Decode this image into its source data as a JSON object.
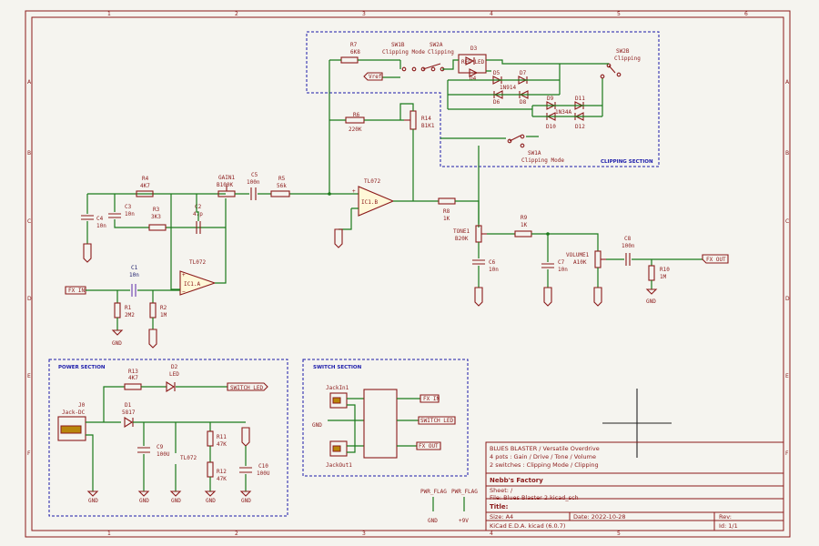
{
  "frame": {
    "col_labels": [
      "1",
      "2",
      "3",
      "4",
      "5",
      "6"
    ],
    "row_labels": [
      "A",
      "B",
      "C",
      "D",
      "E",
      "F"
    ]
  },
  "components": {
    "r1": {
      "ref": "R1",
      "val": "2M2"
    },
    "r2": {
      "ref": "R2",
      "val": "1M"
    },
    "r3": {
      "ref": "R3",
      "val": "3K3"
    },
    "r4": {
      "ref": "R4",
      "val": "4K7"
    },
    "r5": {
      "ref": "R5",
      "val": "56k"
    },
    "r6": {
      "ref": "R6",
      "val": "220K"
    },
    "r7": {
      "ref": "R7",
      "val": "6K8"
    },
    "r8": {
      "ref": "R8",
      "val": "1K"
    },
    "r9": {
      "ref": "R9",
      "val": "1K"
    },
    "r10": {
      "ref": "R10",
      "val": "1M"
    },
    "r11": {
      "ref": "R11",
      "val": "47K"
    },
    "r12": {
      "ref": "R12",
      "val": "47K"
    },
    "r13": {
      "ref": "R13",
      "val": "4K7"
    },
    "c1": {
      "ref": "C1",
      "val": "10n"
    },
    "c2": {
      "ref": "C2",
      "val": "47p"
    },
    "c3": {
      "ref": "C3",
      "val": "10n"
    },
    "c4": {
      "ref": "C4",
      "val": "10n"
    },
    "c5": {
      "ref": "C5",
      "val": "100n"
    },
    "c6": {
      "ref": "C6",
      "val": "10n"
    },
    "c7": {
      "ref": "C7",
      "val": "10n"
    },
    "c8": {
      "ref": "C8",
      "val": "100n"
    },
    "c9": {
      "ref": "C9",
      "val": "100U"
    },
    "c10": {
      "ref": "C10",
      "val": "100U"
    },
    "gain": {
      "ref": "GAIN1",
      "val": "B100K"
    },
    "tone": {
      "ref": "TONE1",
      "val": "B20K"
    },
    "vol": {
      "ref": "VOLUME1",
      "val": "A10K"
    },
    "r14": {
      "ref": "R14",
      "val": "B1K1"
    },
    "ic1a": {
      "ref": "IC1.A",
      "val": "TL072"
    },
    "ic1b": {
      "ref": "IC1.B",
      "val": "TL072"
    },
    "tl072": {
      "val": "TL072"
    },
    "d1": {
      "ref": "D1",
      "val": "5817"
    },
    "d2": {
      "ref": "D2",
      "val": "LED"
    },
    "d3": {
      "ref": "D3",
      "val": "RED LED"
    },
    "d4": {
      "ref": "D4"
    },
    "d5": {
      "ref": "D5"
    },
    "d6": {
      "ref": "D6"
    },
    "d7": {
      "ref": "D7"
    },
    "d8": {
      "ref": "D8"
    },
    "d9": {
      "ref": "D9"
    },
    "d10": {
      "ref": "D10"
    },
    "d11": {
      "ref": "D11"
    },
    "d12": {
      "ref": "D12"
    },
    "d_1n914": "1N914",
    "d_1n34a": "1N34A",
    "j0": {
      "ref": "J0",
      "val": "Jack-DC"
    },
    "sw1b": {
      "ref": "SW1B",
      "val": "Clipping Mode"
    },
    "sw2a": {
      "ref": "SW2A",
      "val": "Clipping"
    },
    "sw2b": {
      "ref": "SW2B",
      "val": "Clipping"
    },
    "sw1a": {
      "ref": "SW1A",
      "val": "Clipping Mode"
    },
    "jackin": "JackIn1",
    "jackout": "JackOut1"
  },
  "nets": {
    "fx_in": "FX IN",
    "fx_out": "FX OUT",
    "vref": "Vref",
    "switch_led": "SWITCH LED",
    "gnd": "GND",
    "pwr_flag": "PWR_FLAG",
    "plus9": "+9V"
  },
  "sections": {
    "clipping": "CLIPPING SECTION",
    "power": "POWER SECTION",
    "switch": "SWITCH SECTION"
  },
  "title_block": {
    "desc1": "BLUES BLASTER / Versatile Overdrive",
    "desc2": "4 pots : Gain / Drive / Tone / Volume",
    "desc3": "2 switches : Clipping Mode / Clipping",
    "company": "Nebb's Factory",
    "sheet": "Sheet: /",
    "file": "File: Blues Blaster 2.kicad_sch",
    "title": "Title:",
    "size": "Size: A4",
    "date": "Date: 2022-10-28",
    "rev": "Rev:",
    "tool": "KiCad E.D.A.  kicad (6.0.7)",
    "id": "Id: 1/1"
  }
}
